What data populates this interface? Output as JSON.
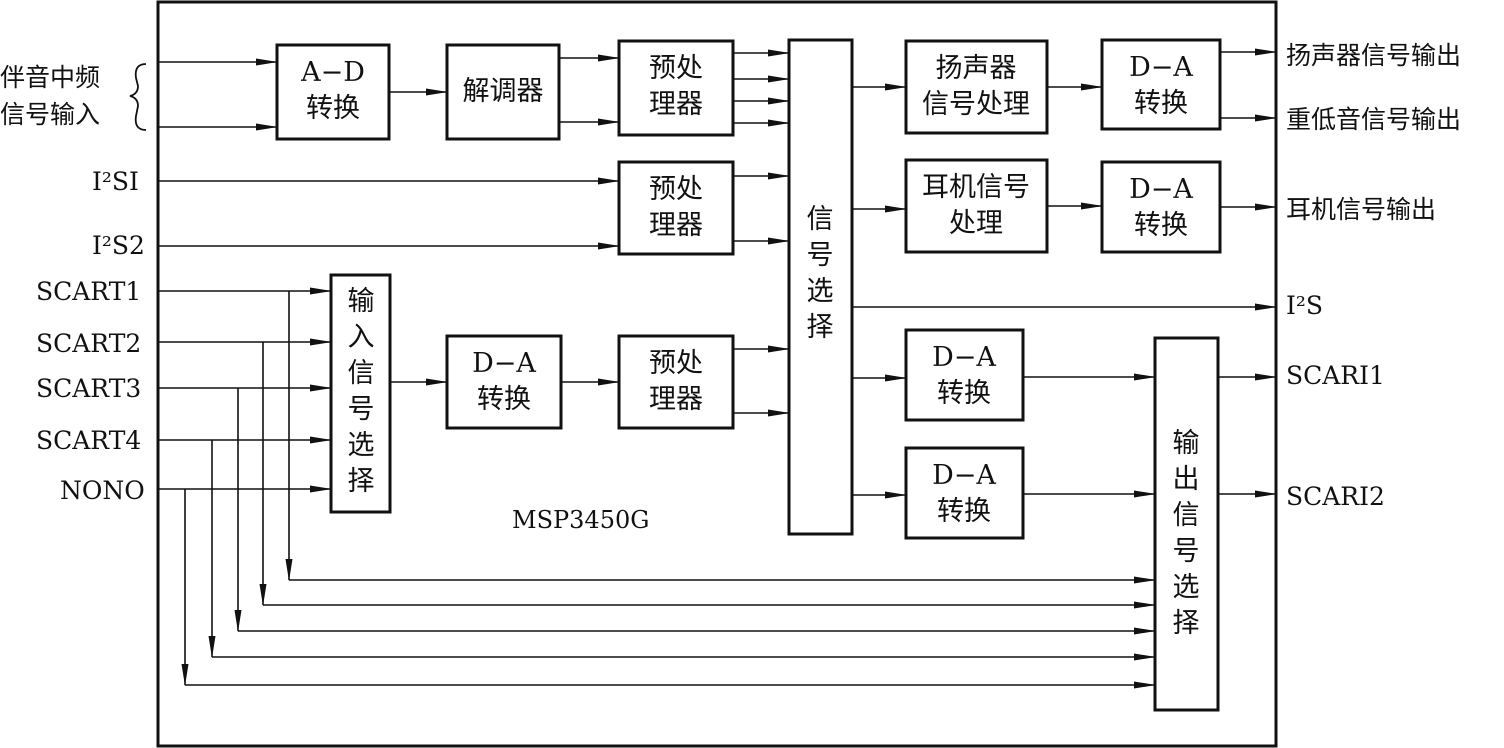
{
  "chip": {
    "name": "MSP3450G"
  },
  "inputs": {
    "if_line1": "伴音中频",
    "if_line2": "信号输入",
    "i2s1": "I²SI",
    "i2s2": "I²S2",
    "scart1": "SCART1",
    "scart2": "SCART2",
    "scart3": "SCART3",
    "scart4": "SCART4",
    "nono": "NONO"
  },
  "outputs": {
    "speaker": "扬声器信号输出",
    "subwoofer": "重低音信号输出",
    "headphone": "耳机信号输出",
    "i2s": "I²S",
    "scari1": "SCARI1",
    "scari2": "SCARI2"
  },
  "blocks": {
    "ad": [
      "A−D",
      "转换"
    ],
    "demod": [
      "解调器"
    ],
    "pre1": [
      "预处",
      "理器"
    ],
    "pre2": [
      "预处",
      "理器"
    ],
    "pre3": [
      "预处",
      "理器"
    ],
    "da_in": [
      "D−A",
      "转换"
    ],
    "in_select": [
      "输",
      "入",
      "信",
      "号",
      "选",
      "择"
    ],
    "sig_select": [
      "信",
      "号",
      "选",
      "择"
    ],
    "speaker_proc": [
      "扬声器",
      "信号处理"
    ],
    "headphone_proc": [
      "耳机信号",
      "处理"
    ],
    "da_speaker": [
      "D−A",
      "转换"
    ],
    "da_headphone": [
      "D−A",
      "转换"
    ],
    "da_scart1": [
      "D−A",
      "转换"
    ],
    "da_scart2": [
      "D−A",
      "转换"
    ],
    "out_select": [
      "输",
      "出",
      "信",
      "号",
      "选",
      "择"
    ]
  }
}
